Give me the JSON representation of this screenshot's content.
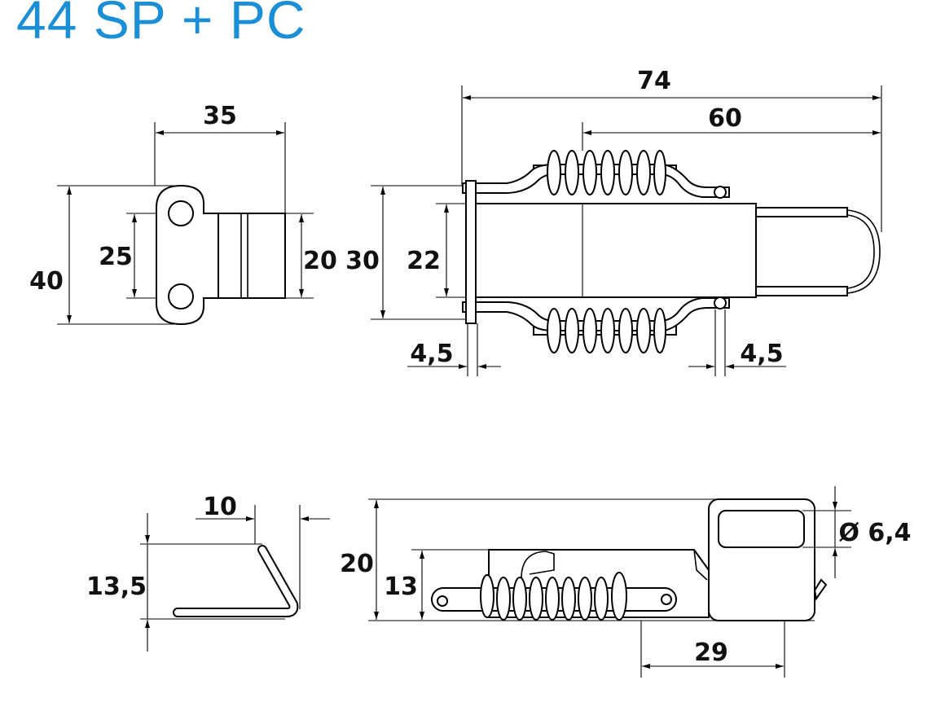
{
  "title": "44 SP + PC",
  "colors": {
    "title": "#1a8fd6",
    "lines": "#000000"
  },
  "views": {
    "strike_plate_top": {
      "width": "35",
      "height": "40",
      "hole_spacing": "25",
      "body_height": "20"
    },
    "latch_top": {
      "overall_length": "74",
      "spring_to_hook": "60",
      "width": "30",
      "body_width": "22",
      "pin_left": "4,5",
      "pin_right": "4,5"
    },
    "strike_plate_side": {
      "depth": "10",
      "height": "13,5"
    },
    "latch_side": {
      "overall_height": "20",
      "body_height": "13",
      "hole_diameter": "Ø 6,4",
      "head_length": "29"
    }
  }
}
